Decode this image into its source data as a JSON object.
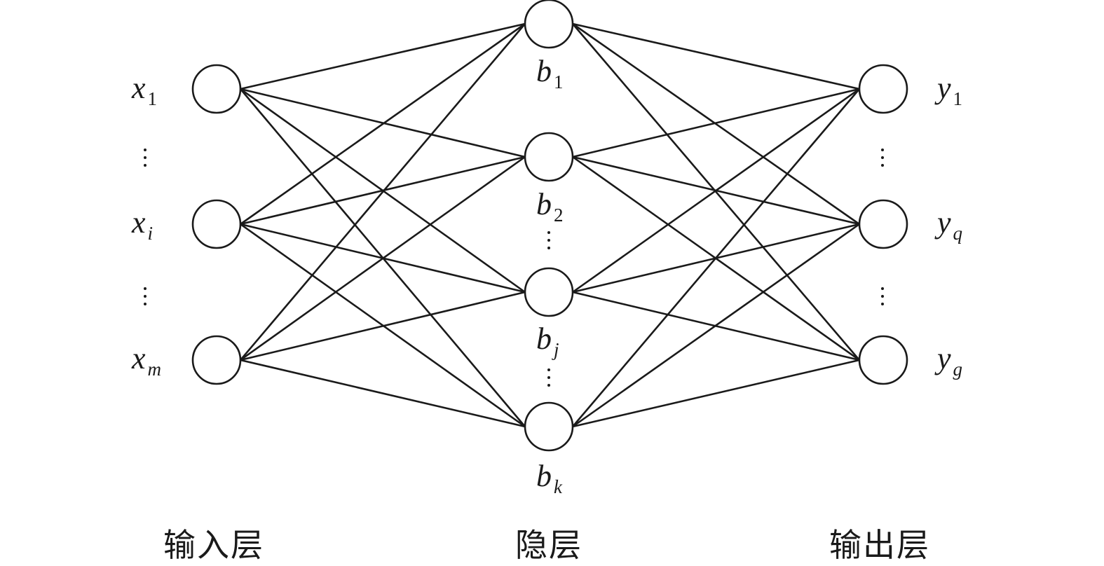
{
  "layers": {
    "input": {
      "title": "输入层",
      "nodes": [
        {
          "base": "x",
          "sub": "1"
        },
        {
          "base": "x",
          "sub": "i"
        },
        {
          "base": "x",
          "sub": "m"
        }
      ]
    },
    "hidden": {
      "title": "隐层",
      "nodes": [
        {
          "base": "b",
          "sub": "1"
        },
        {
          "base": "b",
          "sub": "2"
        },
        {
          "base": "b",
          "sub": "j"
        },
        {
          "base": "b",
          "sub": "k"
        }
      ]
    },
    "output": {
      "title": "输出层",
      "nodes": [
        {
          "base": "y",
          "sub": "1"
        },
        {
          "base": "y",
          "sub": "q"
        },
        {
          "base": "y",
          "sub": "g"
        }
      ]
    }
  },
  "connectivity": "fully-connected",
  "colors": {
    "stroke": "#1a1a1a",
    "node_fill": "#ffffff",
    "background": "#ffffff"
  }
}
